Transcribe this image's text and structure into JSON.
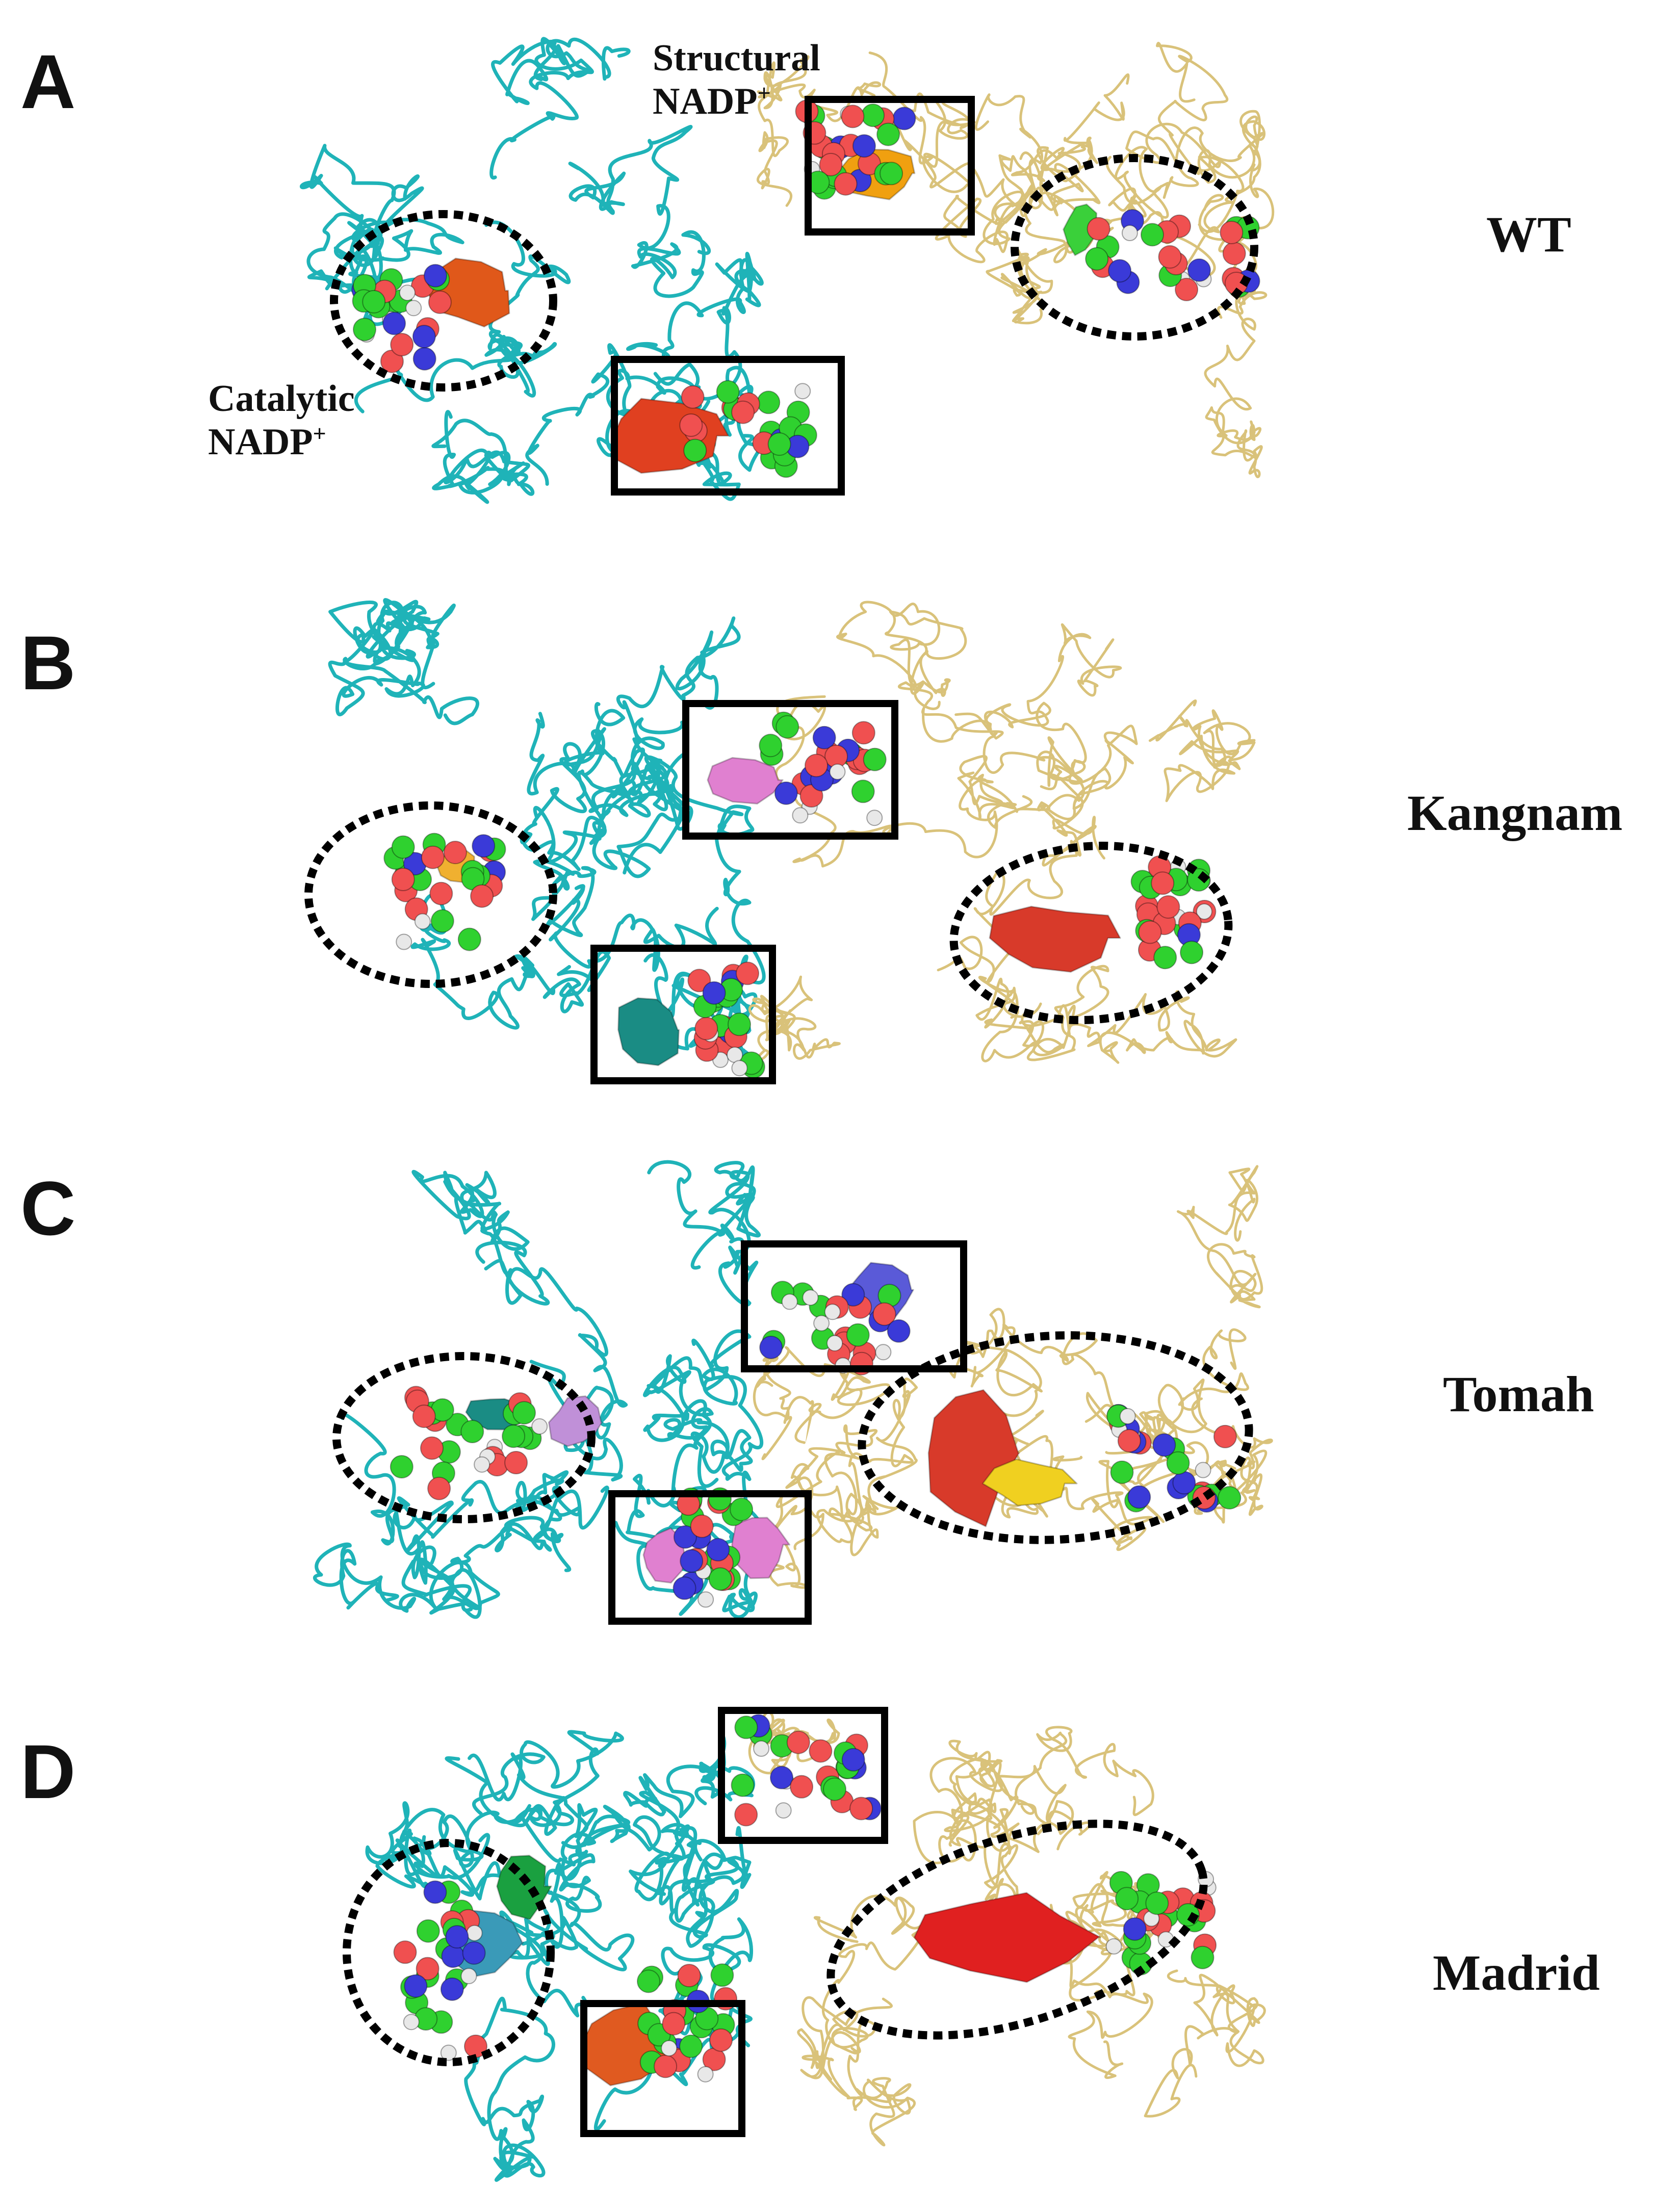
{
  "panels": [
    {
      "letter": "A",
      "variant": "WT"
    },
    {
      "letter": "B",
      "variant": "Kangnam"
    },
    {
      "letter": "C",
      "variant": "Tomah"
    },
    {
      "letter": "D",
      "variant": "Madrid"
    }
  ],
  "annotations": {
    "structural_line1": "Structural",
    "structural_line2": "NADP",
    "catalytic_line1": "Catalytic",
    "catalytic_line2": "NADP",
    "superscript": "+"
  },
  "colors": {
    "chain_a": "#1fb3b8",
    "chain_b": "#d9c27a",
    "carbon": "#2fd12f",
    "oxygen": "#f05050",
    "nitrogen": "#3a3ad8",
    "hydrogen": "#e8e8e8",
    "box": "#000000"
  }
}
